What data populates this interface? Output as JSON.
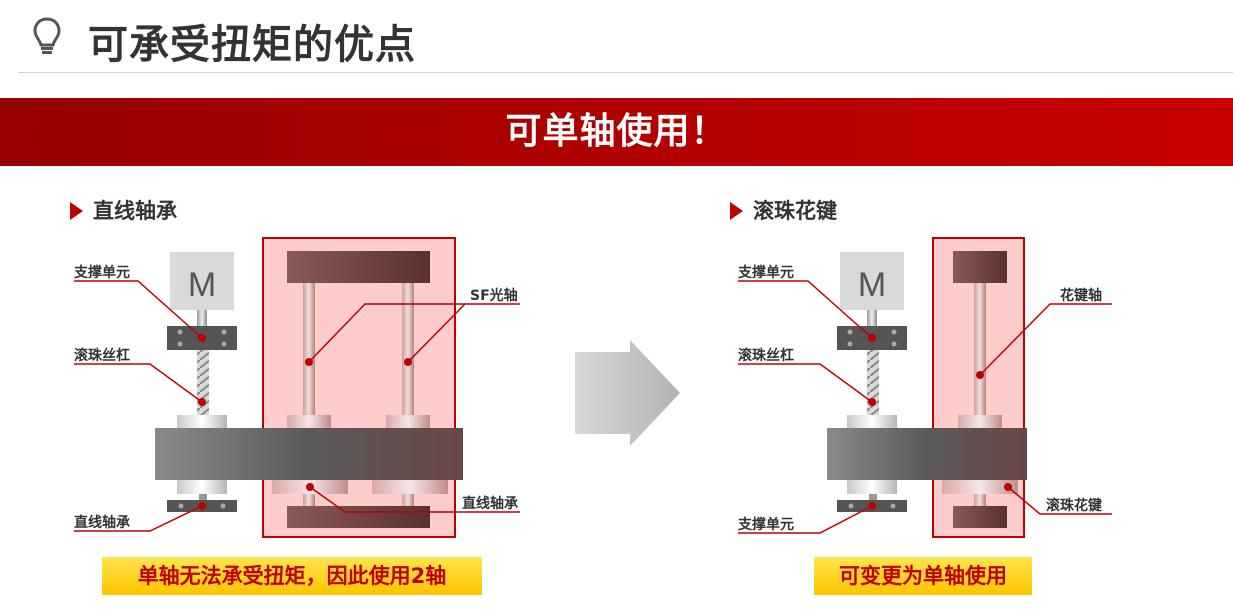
{
  "header": {
    "title": "可承受扭矩的优点",
    "icon": "lightbulb-icon"
  },
  "banner": {
    "text": "可单轴使用！"
  },
  "left": {
    "title": "直线轴承",
    "motor": "M",
    "labels": {
      "support_top": "支撑单元",
      "ball_screw": "滚珠丝杠",
      "linear_bearing_left": "直线轴承",
      "sf_shaft": "SF光轴",
      "linear_bearing_right": "直线轴承"
    },
    "note": "单轴无法承受扭矩，因此使用2轴"
  },
  "right": {
    "title": "滚珠花键",
    "motor": "M",
    "labels": {
      "support_top": "支撑单元",
      "ball_screw": "滚珠丝杠",
      "support_bottom": "支撑单元",
      "spline_shaft": "花键轴",
      "ball_spline": "滚珠花键"
    },
    "note": "可变更为单轴使用"
  },
  "colors": {
    "accent": "#c00000",
    "highlight_fill": "#ffcccc",
    "note_bg": "#ffcc00"
  }
}
